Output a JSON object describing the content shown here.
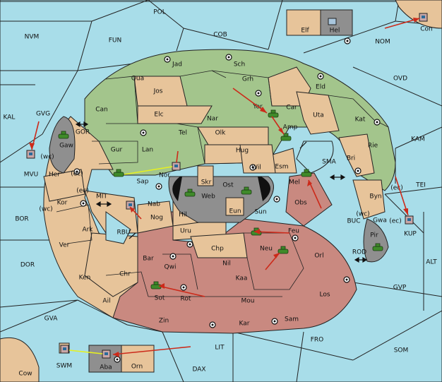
{
  "colors": {
    "sea": "#a8dde9",
    "green": "#a3c58c",
    "tan": "#e7c49a",
    "red": "#c98980",
    "grey": "#8f8f8f",
    "order": "#cc2a1a",
    "support": "#e6f020"
  },
  "sea_labels": {
    "pol": "POL",
    "nvm": "NVM",
    "fun": "FUN",
    "cob": "COB",
    "nom": "NOM",
    "ovd": "OVD",
    "kal": "KAL",
    "gvg": "GVG",
    "gor": "GOR",
    "kam": "KAM",
    "mvu": "MVU",
    "sma": "SMA",
    "tei": "TEI",
    "bor": "BOR",
    "mit": "MIT",
    "rbu": "RBU",
    "buc": "BUC",
    "kup": "KUP",
    "rod": "ROD",
    "alt": "ALT",
    "dor": "DOR",
    "gvp": "GVP",
    "gva": "GVA",
    "fro": "FRO",
    "som": "SOM",
    "lit": "LIT",
    "swm": "SWM",
    "dax": "DAX",
    "cow": "Cow",
    "con": "Con",
    "elf": "Elf",
    "hel": "Hel",
    "aba": "Aba",
    "orn": "Orn"
  },
  "land_labels": {
    "jad": "Jad",
    "sch": "Sch",
    "qua": "Qua",
    "grh": "Grh",
    "eld": "Eld",
    "jos": "Jos",
    "can": "Can",
    "yor": "Yor",
    "car": "Car",
    "uta": "Uta",
    "elc": "Elc",
    "nar": "Nar",
    "kat": "Kat",
    "tel": "Tel",
    "olk": "Olk",
    "amp": "Amp",
    "rie": "Rie",
    "gaw": "Gaw",
    "gur": "Gur",
    "lan": "Lan",
    "hug": "Hug",
    "bri": "Bri",
    "her": "Her",
    "nor": "Nor",
    "wil": "Wil",
    "esm": "Esm",
    "sap": "Sap",
    "skr": "Skr",
    "ost": "Ost",
    "mel": "Mel",
    "web": "Web",
    "byn": "Byn",
    "kor": "Kor",
    "nab": "Nab",
    "hil": "Hil",
    "eun": "Eun",
    "sun": "Sun",
    "obs": "Obs",
    "gwa": "Gwa",
    "nog": "Nog",
    "ark": "Ark",
    "uru": "Uru",
    "feu": "Feu",
    "pir": "Pir",
    "ver": "Ver",
    "chp": "Chp",
    "neu": "Neu",
    "orl": "Orl",
    "bar": "Bar",
    "qwi": "Qwi",
    "nil": "Nil",
    "ken": "Ken",
    "chr": "Chr",
    "kaa": "Kaa",
    "los": "Los",
    "sot": "Sot",
    "rot": "Rot",
    "ail": "Ail",
    "mou": "Mou",
    "zin": "Zin",
    "kar": "Kar",
    "sam": "Sam"
  },
  "coast_labels": {
    "gaw_wc": "(wc)",
    "her_ec": "(ec)",
    "kor_ec": "(ec)",
    "kor_wc": "(wc)",
    "byn_wc": "(wc)",
    "gwa_ec": "(ec)",
    "tei_ec": "(ec)"
  },
  "icons": [
    "army-icon",
    "fleet-icon",
    "supply-center-icon",
    "order-arrow",
    "support-line"
  ]
}
